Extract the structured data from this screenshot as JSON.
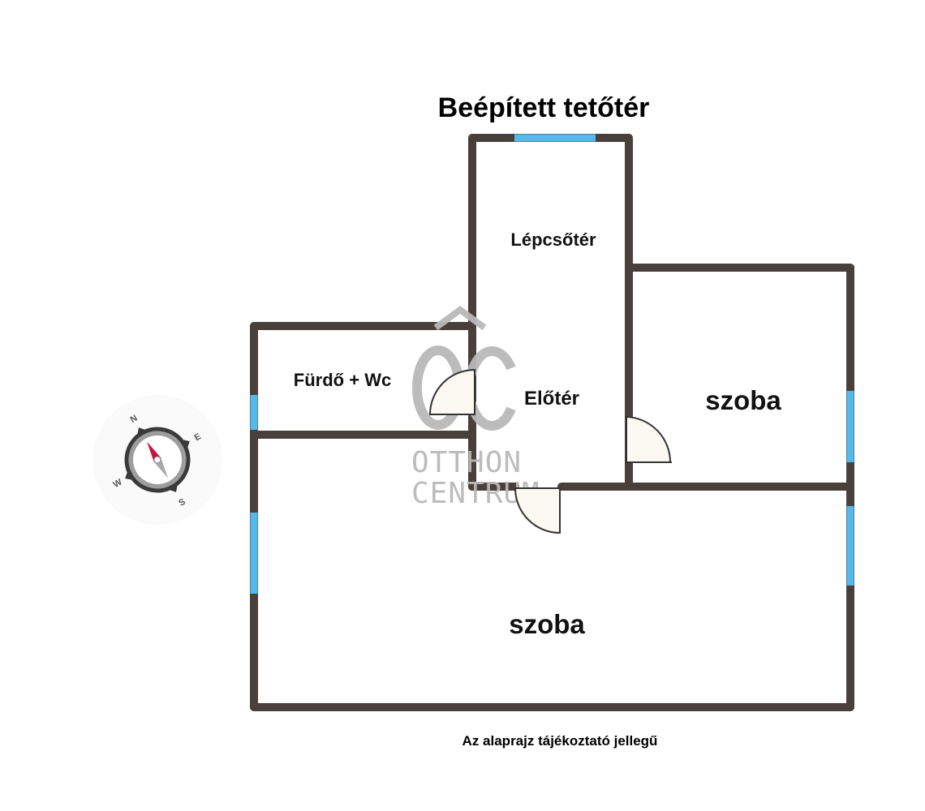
{
  "plan": {
    "title": "Beépített tetőtér",
    "note": "Az alaprajz tájékoztató jellegű"
  },
  "rooms": {
    "stairs": "Lépcsőtér",
    "bathroom": "Fürdő + Wc",
    "hall": "Előtér",
    "room_right": "szoba",
    "room_large": "szoba"
  },
  "watermark": {
    "logo": "OC",
    "line1": "OTTHON",
    "line2": "CENTRUM"
  },
  "compass": {
    "n": "N",
    "e": "E",
    "s": "S",
    "w": "W"
  },
  "colors": {
    "wall": "#4a403b",
    "window": "#56b9ec",
    "door_fill": "#fcf8f2",
    "needle_north": "#c8143c",
    "watermark": "#b9b9b9"
  }
}
